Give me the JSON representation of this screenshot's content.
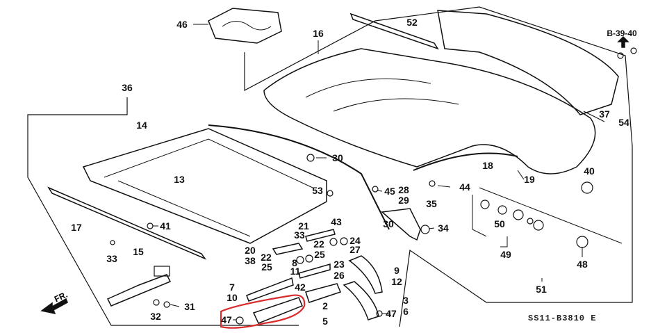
{
  "diagram": {
    "code": "SS11-B3810 E",
    "direction_marker": "FR.",
    "reference": "B-39-40",
    "highlight_color": "#d92b2b",
    "labels": [
      "46",
      "52",
      "16",
      "36",
      "14",
      "30",
      "13",
      "18",
      "19",
      "40",
      "37",
      "54",
      "53",
      "45",
      "28",
      "29",
      "44",
      "35",
      "17",
      "41",
      "43",
      "21",
      "33",
      "22",
      "20",
      "22",
      "25",
      "38",
      "25",
      "8",
      "23",
      "26",
      "24",
      "27",
      "30",
      "34",
      "50",
      "49",
      "48",
      "51",
      "15",
      "33",
      "11",
      "42",
      "7",
      "10",
      "9",
      "12",
      "2",
      "5",
      "3",
      "6",
      "47",
      "47",
      "31",
      "32"
    ]
  }
}
